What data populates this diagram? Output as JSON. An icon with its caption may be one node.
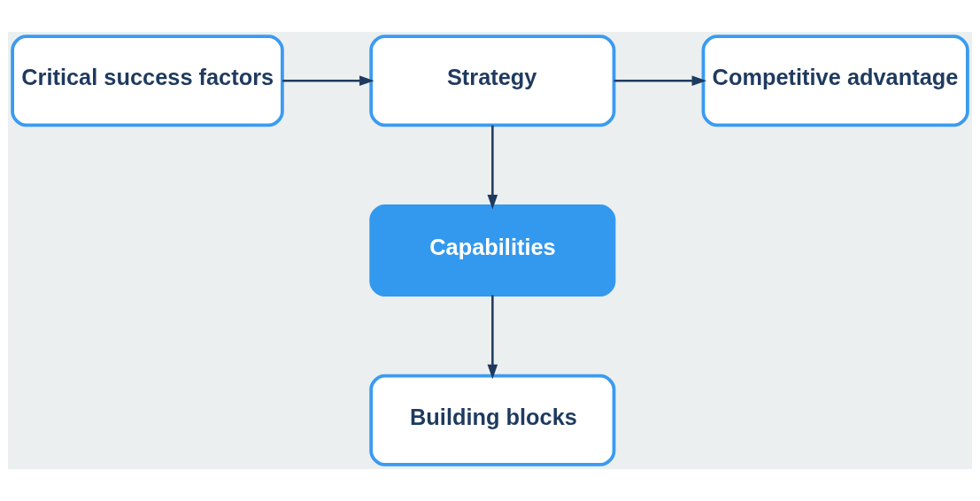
{
  "diagram": {
    "nodes": [
      {
        "text": [
          "Critical success factors"
        ]
      },
      {
        "text": [
          "Strategy"
        ]
      },
      {
        "text": [
          "Competitive advantage"
        ]
      },
      {
        "text": [
          "Capabilities"
        ]
      },
      {
        "text": [
          "Building blocks"
        ]
      }
    ],
    "edges": [
      {
        "from": 0,
        "to": 1,
        "arrow": "to"
      },
      {
        "from": 1,
        "to": 2,
        "arrow": "to"
      },
      {
        "from": 1,
        "to": 3,
        "arrow": "to"
      },
      {
        "from": 3,
        "to": 4,
        "arrow": "to"
      }
    ]
  }
}
